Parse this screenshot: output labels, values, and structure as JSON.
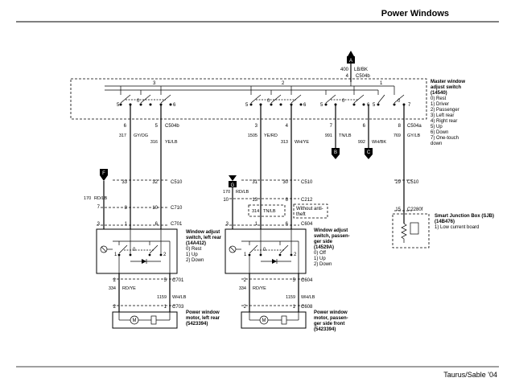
{
  "header": {
    "title": "Power Windows"
  },
  "footer": {
    "model": "Taurus/Sable '04"
  },
  "top_feed": {
    "circuit": "400",
    "color": "LB/BK",
    "pin": "4",
    "connector": "C504b"
  },
  "master_switch": {
    "lines": [
      "Master window",
      "adjust switch",
      "(14540)"
    ],
    "legend": [
      "0)   Rest",
      "1)   Driver",
      "2)   Passenger",
      "3)   Left rear",
      "4)   Right rear",
      "5)   Up",
      "6)   Down",
      "7)   One-touch",
      "      down"
    ],
    "bus_labels": [
      "3",
      "2",
      "1"
    ],
    "contacts": [
      "5",
      "0",
      "6",
      "5",
      "0",
      "6",
      "5",
      "0",
      "6",
      "5",
      "0",
      "6",
      "5",
      "0",
      "7"
    ]
  },
  "outputs": [
    {
      "pin": "6",
      "circuit": "317",
      "color": "GY/OG"
    },
    {
      "pin": "5",
      "connector": "C504b",
      "circuit": "316",
      "color": "YE/LB"
    },
    {
      "pin": "3",
      "circuit": "1505",
      "color": "YE/RD"
    },
    {
      "pin": "4",
      "circuit": "313",
      "color": "WH/YE"
    },
    {
      "pin": "7",
      "circuit": "991",
      "color": "TN/LB"
    },
    {
      "pin": "6",
      "circuit": "992",
      "color": "WH/BK"
    },
    {
      "pin": "8",
      "connector": "C504a",
      "circuit": "769",
      "color": "GY/LB"
    }
  ],
  "page_refs": [
    "A",
    "B",
    "C",
    "F",
    "G"
  ],
  "c510": {
    "label": "C510",
    "pins": [
      "33",
      "32",
      "31",
      "30",
      "29"
    ]
  },
  "c710": {
    "label": "C710",
    "pins": [
      "8",
      "10"
    ]
  },
  "c212": {
    "label": "C212",
    "pins": [
      "13",
      "6"
    ]
  },
  "c701": {
    "label": "C701",
    "pins": [
      "3",
      "1",
      "6"
    ]
  },
  "c604": {
    "label": "C604",
    "pins": [
      "3",
      "1",
      "6"
    ]
  },
  "left_feed": {
    "circuit": "170",
    "color": "RD/LB",
    "pin": "7"
  },
  "right_feed": {
    "circuit": "170",
    "color": "RD/LB",
    "pin": "10"
  },
  "option_314": {
    "circuit": "314",
    "color": "TN/LB"
  },
  "option_note": [
    "Without anti-",
    "theft"
  ],
  "left_switch": {
    "lines": [
      "Window adjust",
      "switch, left rear",
      "(14A412)"
    ],
    "legend": [
      "0)   Rest",
      "1)   Up",
      "2)   Down"
    ],
    "contacts": [
      "1",
      "0",
      "2",
      "1",
      "0",
      "2"
    ]
  },
  "right_switch": {
    "lines": [
      "Window adjust",
      "switch, passen-",
      "ger side",
      "(14529A)"
    ],
    "legend": [
      "0)   Off",
      "1)   Up",
      "2)   Down"
    ],
    "contacts": [
      "1",
      "0",
      "2",
      "1",
      "0",
      "2"
    ]
  },
  "left_lower": {
    "pin_a": "2",
    "pin_b": "5",
    "connector": "C701",
    "circuit_a": "334",
    "color_a": "RD/YE",
    "circuit_b": "1159",
    "color_b": "WH/LB",
    "pin_c": "2",
    "pin_d": "1",
    "connector2": "C703"
  },
  "right_lower": {
    "pin_a": "2",
    "pin_b": "5",
    "connector": "C604",
    "circuit_a": "334",
    "color_a": "RD/YE",
    "circuit_b": "1159",
    "color_b": "WH/LB",
    "pin_c": "2",
    "pin_d": "1",
    "connector2": "C608"
  },
  "left_motor": {
    "lines": [
      "Power window",
      "motor, left rear",
      "(5423394)"
    ],
    "symbol": "M"
  },
  "right_motor": {
    "lines": [
      "Power window",
      "motor, passen-",
      "ger side front",
      "(5423394)"
    ],
    "symbol": "M"
  },
  "sjb": {
    "pin": "15",
    "connector": "C2280f",
    "lines": [
      "Smart Junction Box (SJB)",
      "(14B476)"
    ],
    "legend": [
      "1)   Low current board"
    ]
  }
}
